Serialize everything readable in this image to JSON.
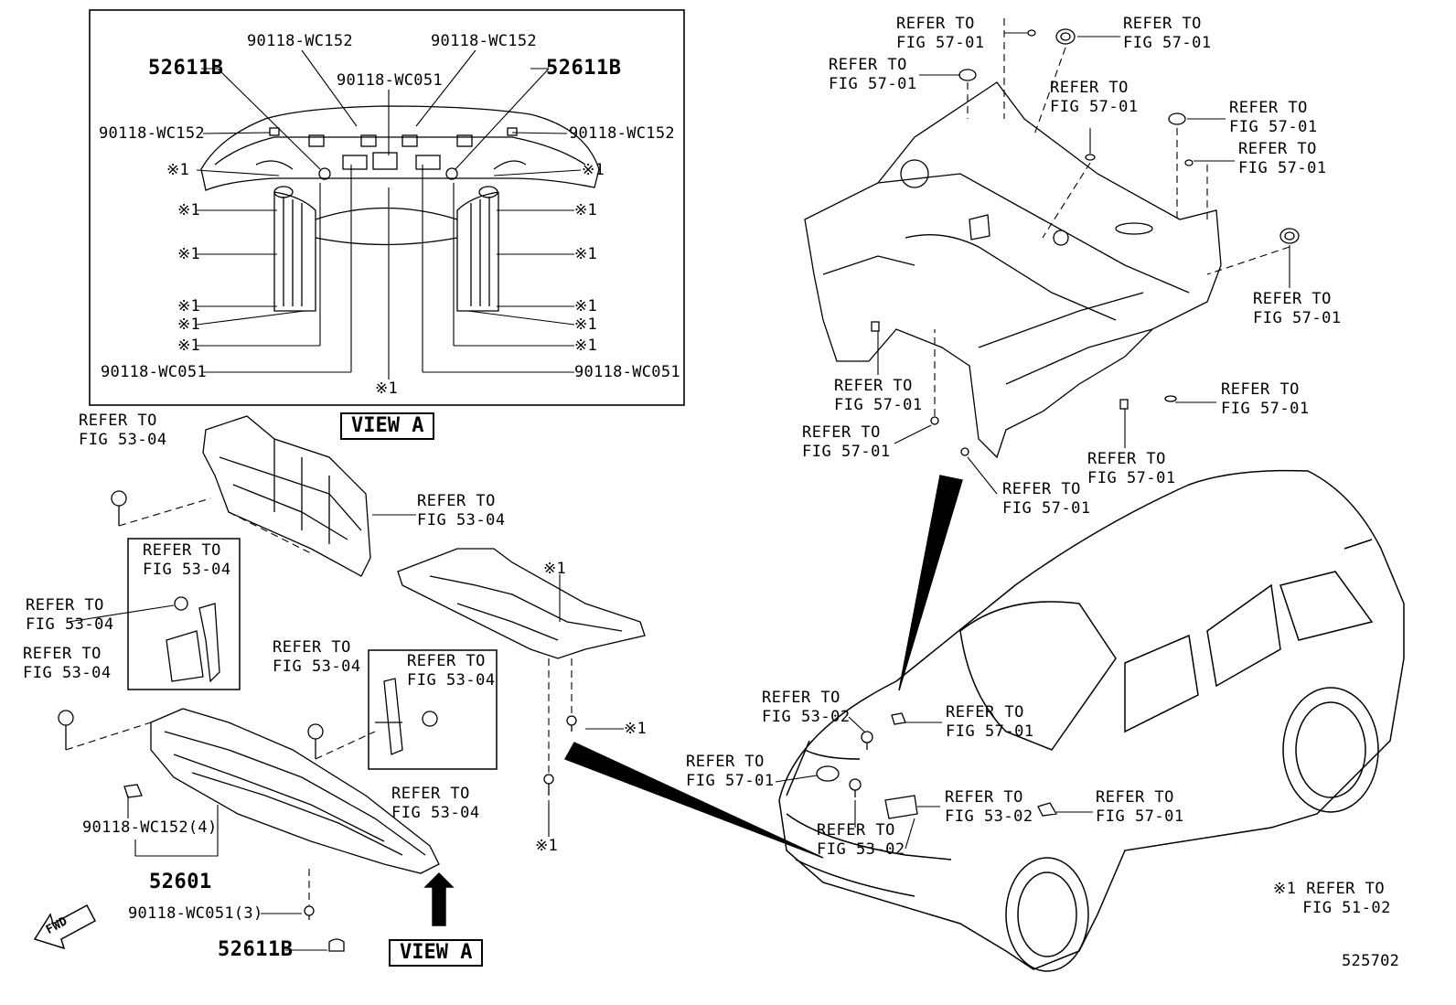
{
  "diagram_id": "525702",
  "view_a_caption": "VIEW A",
  "view_a_arrow_caption": "VIEW A",
  "fwd_label": "FWD",
  "note_mark": "※1",
  "note_text": [
    "REFER TO",
    "FIG 51-02"
  ],
  "inset": {
    "part_52611b": "52611B",
    "part_wc152": "90118-WC152",
    "part_wc051": "90118-WC051",
    "mark": "※1"
  },
  "main_parts": {
    "part_52601": "52601",
    "part_52611b": "52611B",
    "part_wc152_4": "90118-WC152(4)",
    "part_wc051_3": "90118-WC051(3)"
  },
  "refs": {
    "fig_5301": [
      "REFER TO",
      "FIG 57-01"
    ],
    "fig_5304": [
      "REFER TO",
      "FIG 53-04"
    ],
    "fig_5302": [
      "REFER TO",
      "FIG 53-02"
    ]
  }
}
